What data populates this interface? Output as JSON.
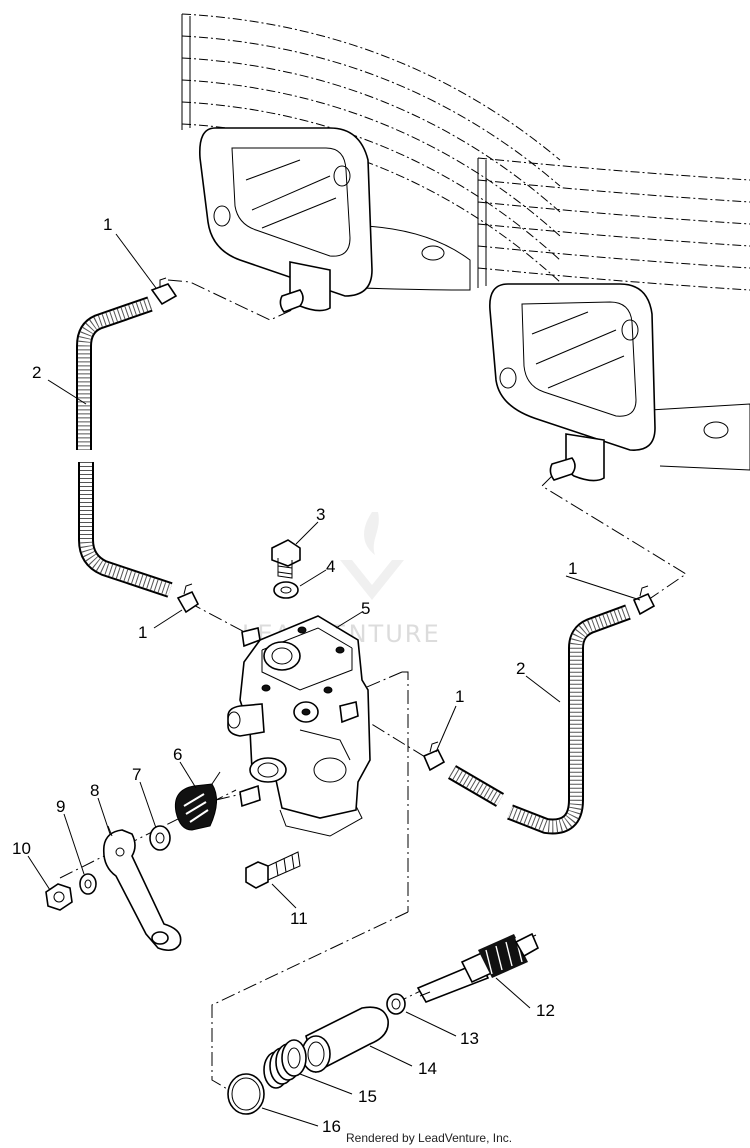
{
  "diagram": {
    "watermark": "LEADVENTURE",
    "footer": "Rendered by LeadVenture, Inc.",
    "callouts": [
      {
        "id": "c1a",
        "label": "1"
      },
      {
        "id": "c2a",
        "label": "2"
      },
      {
        "id": "c3",
        "label": "3"
      },
      {
        "id": "c4",
        "label": "4"
      },
      {
        "id": "c5",
        "label": "5"
      },
      {
        "id": "c1b",
        "label": "1"
      },
      {
        "id": "c1c",
        "label": "1"
      },
      {
        "id": "c2b",
        "label": "2"
      },
      {
        "id": "c1d",
        "label": "1"
      },
      {
        "id": "c6",
        "label": "6"
      },
      {
        "id": "c7",
        "label": "7"
      },
      {
        "id": "c8",
        "label": "8"
      },
      {
        "id": "c9",
        "label": "9"
      },
      {
        "id": "c10",
        "label": "10"
      },
      {
        "id": "c11",
        "label": "11"
      },
      {
        "id": "c12",
        "label": "12"
      },
      {
        "id": "c13",
        "label": "13"
      },
      {
        "id": "c14",
        "label": "14"
      },
      {
        "id": "c15",
        "label": "15"
      },
      {
        "id": "c16",
        "label": "16"
      }
    ]
  }
}
